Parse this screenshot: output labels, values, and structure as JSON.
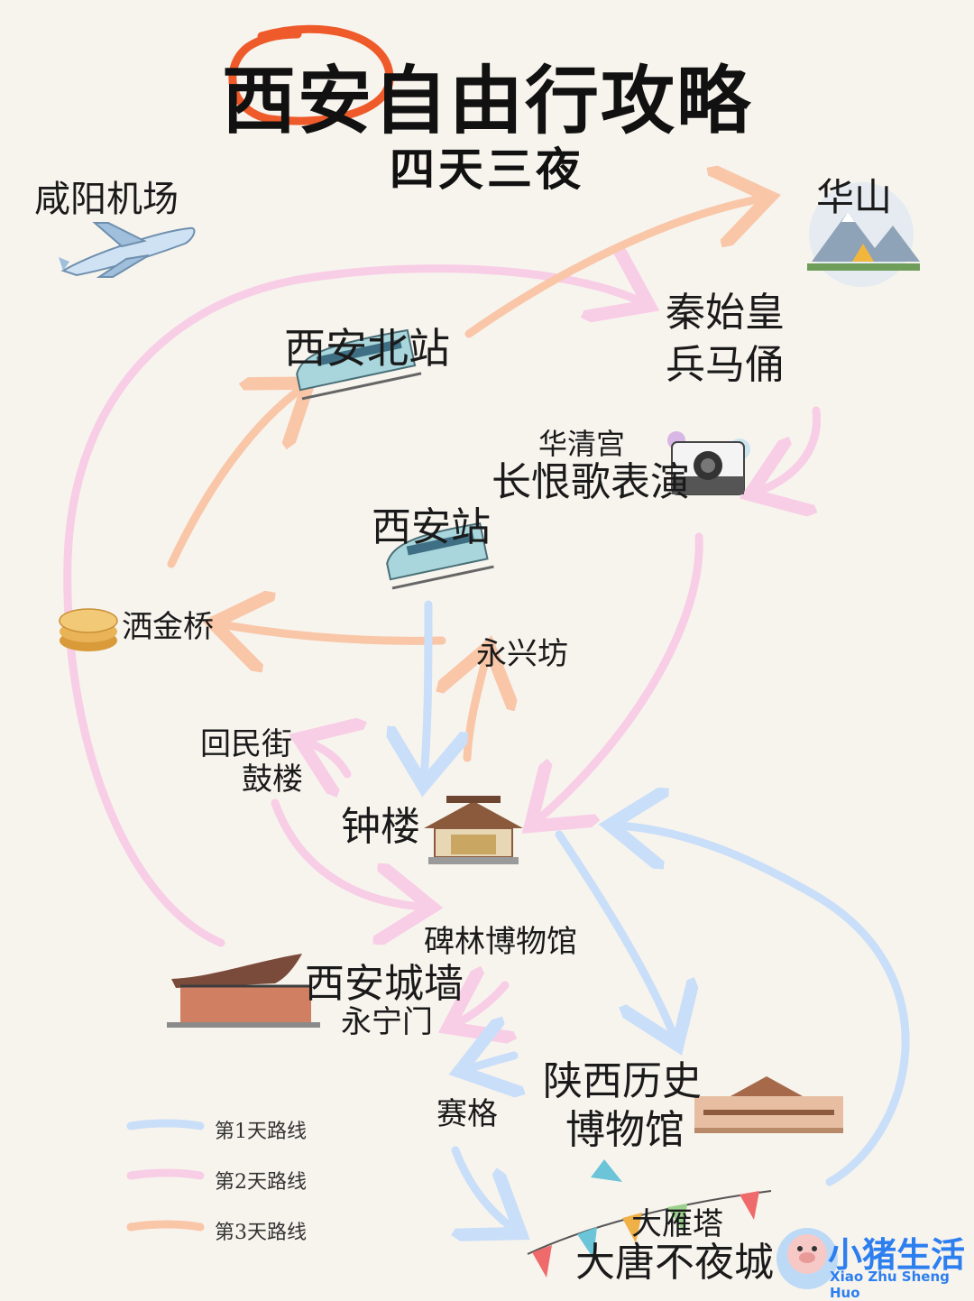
{
  "title": "西安自由行攻略",
  "subtitle": "四天三夜",
  "places": {
    "xianyang_airport": "咸阳机场",
    "huashan": "华山",
    "terracotta_line1": "秦始皇",
    "terracotta_line2": "兵马俑",
    "xian_north_station": "西安北站",
    "huaqing_palace": "华清宫",
    "changhen_show": "长恨歌表演",
    "xian_station": "西安站",
    "sajinqiao": "洒金桥",
    "yongxingfang": "永兴坊",
    "huimin_street": "回民街",
    "drum_tower": "鼓楼",
    "bell_tower": "钟楼",
    "beilin_museum": "碑林博物馆",
    "city_wall": "西安城墙",
    "yongning_gate": "永宁门",
    "saige": "赛格",
    "history_museum_line1": "陕西历史",
    "history_museum_line2": "博物馆",
    "big_wild_goose_pagoda": "大雁塔",
    "datang_everbright": "大唐不夜城"
  },
  "legend": [
    {
      "label": "第1天路线",
      "color": "#c9def8"
    },
    {
      "label": "第2天路线",
      "color": "#f8cde6"
    },
    {
      "label": "第3天路线",
      "color": "#f9c6a8"
    }
  ],
  "route_colors": {
    "day1": "#c9def8",
    "day2": "#f8cde6",
    "day3": "#f9c6a8",
    "title_circle": "#ee5a2a"
  },
  "brand": {
    "name": "小猪生活",
    "pinyin": "Xiao Zhu Sheng Huo",
    "color": "#2d7ff0"
  }
}
